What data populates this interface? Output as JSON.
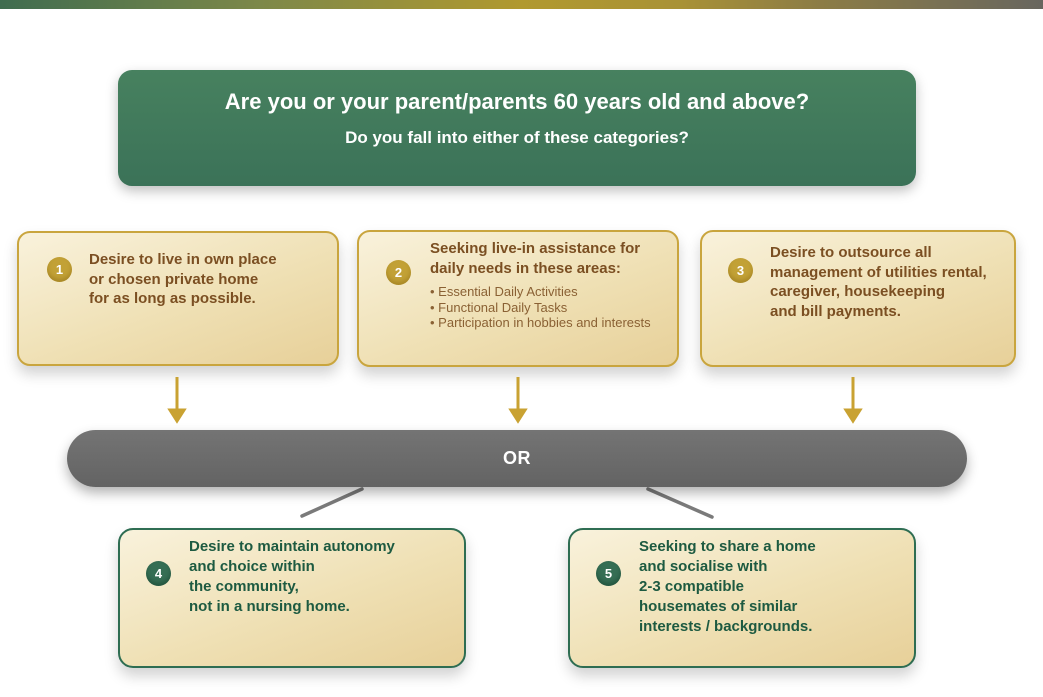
{
  "header": {
    "title": "Are you or your parent/parents 60 years old and above?",
    "subtitle": "Do you fall into either of these categories?"
  },
  "or_label": "OR",
  "cards_top": [
    {
      "number": "1",
      "lines": [
        "Desire to live in own place",
        "or chosen private home",
        "for as long as possible."
      ]
    },
    {
      "number": "2",
      "heading_lines": [
        "Seeking live-in assistance for",
        "daily needs in these areas:"
      ],
      "bullets": [
        "• Essential Daily Activities",
        "• Functional Daily Tasks",
        "• Participation in hobbies and interests"
      ]
    },
    {
      "number": "3",
      "lines": [
        "Desire to outsource all",
        "management of utilities rental,",
        "caregiver, housekeeping",
        "and bill payments."
      ]
    }
  ],
  "cards_bottom": [
    {
      "number": "4",
      "lines": [
        "Desire to maintain autonomy",
        "and choice within",
        "the community,",
        "not in a nursing home."
      ]
    },
    {
      "number": "5",
      "lines": [
        "Seeking to share a home",
        "and socialise with",
        "2-3 compatible",
        "housemates of similar",
        "interests / backgrounds."
      ]
    }
  ],
  "colors": {
    "topbar_gradient": [
      "#3f6c4f",
      "#7d8849",
      "#b1992f",
      "#8d7d45",
      "#68665f"
    ],
    "header_green": "#41795f",
    "card_background": "#f2e5c2",
    "card_border_gold": "#c9a53e",
    "card_border_green": "#2e6d52",
    "badge_gold": "#c2a136",
    "badge_green": "#356e54",
    "text_brown": "#7b4f22",
    "text_green": "#1d5a41",
    "or_bar_gray": "#6a6a6a",
    "arrow_gold": "#c9a232",
    "connector_gray": "#7a7a7a"
  }
}
